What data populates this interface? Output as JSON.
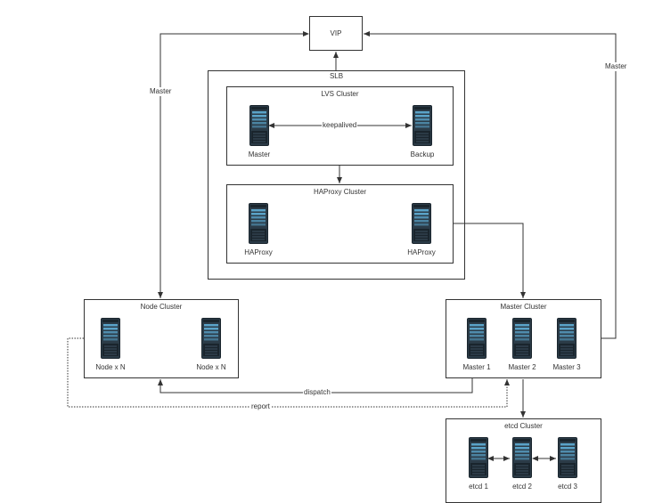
{
  "vip": {
    "label": "VIP"
  },
  "slb": {
    "label": "SLB"
  },
  "lvs_cluster": {
    "title": "LVS Cluster",
    "servers": [
      {
        "label": "Master"
      },
      {
        "label": "Backup"
      }
    ],
    "link_label": "keepalived"
  },
  "haproxy_cluster": {
    "title": "HAProxy Cluster",
    "servers": [
      {
        "label": "HAProxy"
      },
      {
        "label": "HAProxy"
      }
    ]
  },
  "node_cluster": {
    "title": "Node Cluster",
    "servers": [
      {
        "label": "Node x N"
      },
      {
        "label": "Node x N"
      }
    ]
  },
  "master_cluster": {
    "title": "Master Cluster",
    "servers": [
      {
        "label": "Master 1"
      },
      {
        "label": "Master 2"
      },
      {
        "label": "Master 3"
      }
    ]
  },
  "etcd_cluster": {
    "title": "etcd Cluster",
    "servers": [
      {
        "label": "etcd 1"
      },
      {
        "label": "etcd 2"
      },
      {
        "label": "etcd 3"
      }
    ]
  },
  "edges": {
    "left_master": "Master",
    "right_master": "Master",
    "dispatch": "dispatch",
    "report": "report"
  },
  "colors": {
    "line": "#333333",
    "server_body": "#2b3b47",
    "server_dark": "#1a252d",
    "server_accent": "#5aa3c8"
  }
}
